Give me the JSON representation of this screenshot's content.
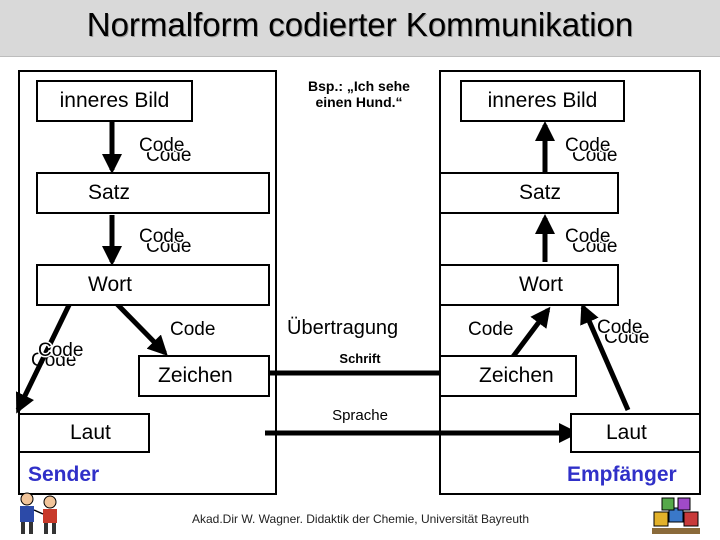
{
  "title": "Normalform codierter Kommunikation",
  "example": "Bsp.: „Ich sehe einen Hund.“",
  "sender": {
    "inner_image": "inneres Bild",
    "code_inner": "Code",
    "sentence": "Satz",
    "code_sentence": "Code",
    "word": "Wort",
    "code_word": "Code",
    "code_left": "Code",
    "signs": "Zeichen",
    "sound": "Laut",
    "label": "Sender"
  },
  "receiver": {
    "inner_image": "inneres Bild",
    "code_inner": "Code",
    "sentence": "Satz",
    "code_sentence": "Code",
    "word": "Wort",
    "code_word": "Code",
    "code_right": "Code",
    "signs": "Zeichen",
    "sound": "Laut",
    "label": "Empfänger"
  },
  "transmission": {
    "heading": "Übertragung",
    "writing": "Schrift",
    "speech": "Sprache"
  },
  "footer": "Akad.Dir W. Wagner. Didaktik der Chemie, Universität Bayreuth",
  "colors": {
    "role": "#3030c8",
    "title_bg": "#d9d9d9"
  },
  "icons": [
    "people-clipart-icon",
    "abc-blocks-clipart-icon"
  ]
}
